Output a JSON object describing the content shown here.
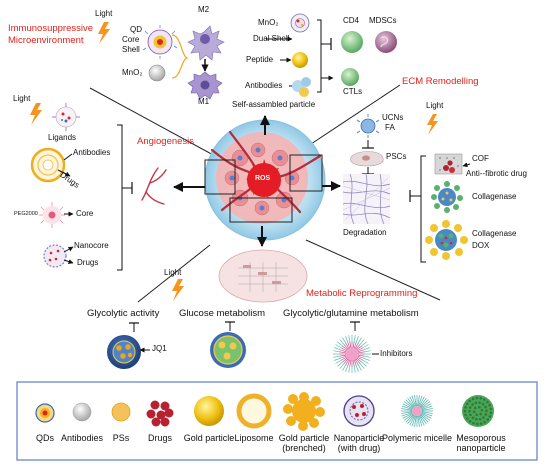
{
  "sections": {
    "immuno_title_line1": "Immunosuppressive",
    "immuno_title_line2": "Microenvironment",
    "ecm_title": "ECM Remodelling",
    "angio_title": "Angiogenesis",
    "metabolic_title": "Metabolic Reprogramming"
  },
  "center": {
    "ros": "ROS"
  },
  "immuno": {
    "light": "Light",
    "qd": "QD",
    "core": "Core",
    "shell": "Shell",
    "mno2": "MnO₂",
    "m2": "M2",
    "m1": "M1",
    "mno2_b": "MnO₂",
    "dual_shell": "Dual Shell",
    "peptide": "Peptide",
    "antibodies": "Antibodies",
    "cd4": "CD4",
    "mdscs": "MDSCs",
    "ctls": "CTLs",
    "self_assembled": "Self-assambled particle"
  },
  "ecm": {
    "light": "Light",
    "ucns": "UCNs",
    "fa": "FA",
    "pscs": "PSCs",
    "cof": "COF",
    "anti_fibrotic": "Anti--fibrotic drug",
    "collagenase": "Collagenase",
    "collagenase2": "Collagenase",
    "dox": "DOX",
    "degradation": "Degradation"
  },
  "angio": {
    "light": "Light",
    "ligands": "Ligands",
    "antibodies": "Antibodies",
    "drugs": "Drugs",
    "peg": "PEG2000",
    "core": "Core",
    "nanocore": "Nanocore",
    "drugs2": "Drugs"
  },
  "metabolic": {
    "light": "Light",
    "glycolytic": "Glycolytic activity",
    "glucose": "Glucose metabolism",
    "glutamine": "Glycolytic/glutamine metabolism",
    "jq1": "JQ1",
    "inhibitors": "Inhibitors"
  },
  "legend": [
    {
      "label": "QDs"
    },
    {
      "label": "Antibodies"
    },
    {
      "label": "PSs"
    },
    {
      "label": "Drugs"
    },
    {
      "label": "Gold particle"
    },
    {
      "label": "Liposome"
    },
    {
      "label": "Gold particle (brenched)"
    },
    {
      "label": "Nanoparticle (with drug)"
    },
    {
      "label": "Polymeric micelle"
    },
    {
      "label": "Mesoporous nanoparticle"
    }
  ],
  "colors": {
    "accent_red": "#e3221b",
    "legend_border": "#6a86c8",
    "tumor_pink": "#f3a9a9",
    "tumor_blue": "#9fd3ea"
  }
}
